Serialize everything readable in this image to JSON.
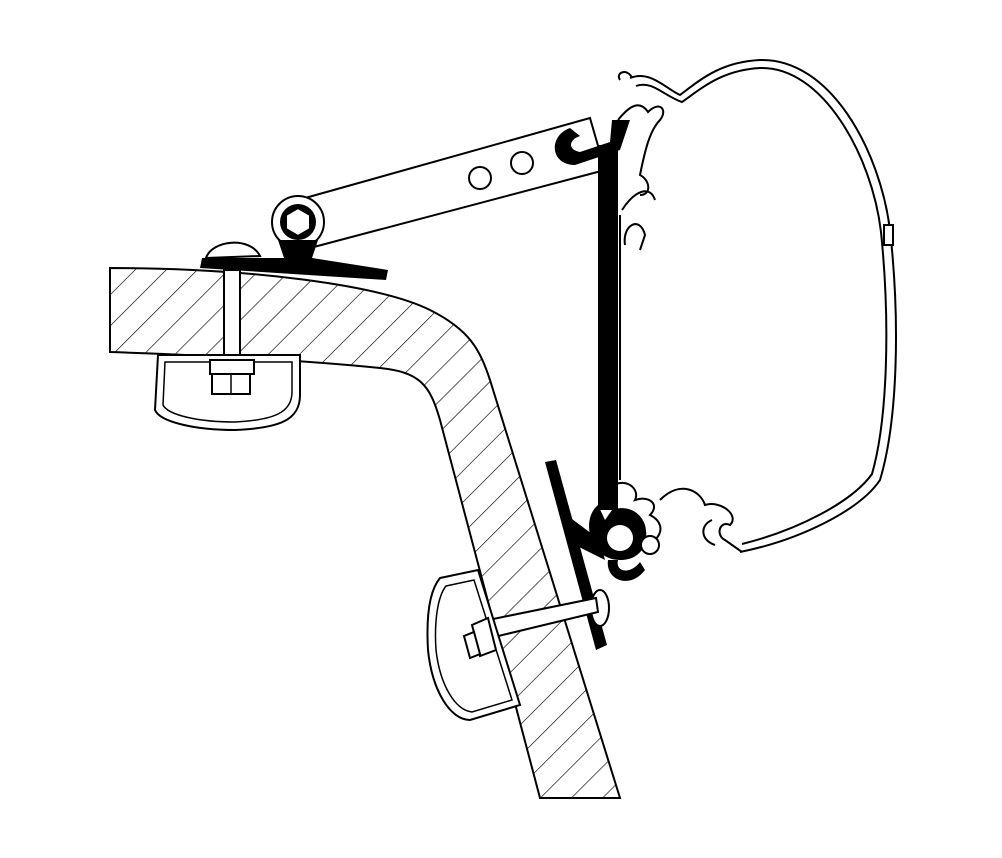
{
  "diagram": {
    "colors": {
      "background": "#ffffff",
      "line": "#000000",
      "fill_black": "#000000"
    },
    "parts": [
      "vehicle-wall-section",
      "mounting-arm",
      "roof-mounting-plate",
      "roof-clamp",
      "vertical-adapter-rail",
      "side-mounting-plate",
      "side-clamp",
      "awning-cassette-profile"
    ]
  }
}
